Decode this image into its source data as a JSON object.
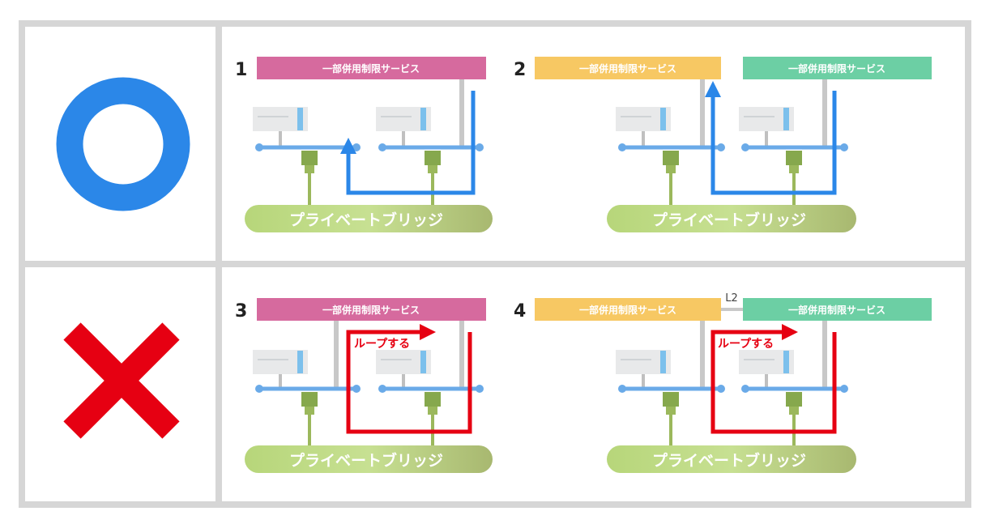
{
  "colors": {
    "frame": "#d6d6d6",
    "ok": "#2b87e8",
    "ng": "#e60012",
    "service_pink": "#d66a9e",
    "service_yellow": "#f7c863",
    "service_green": "#6ccfa4",
    "bus": "#6aaae8",
    "connector": "#86a84d",
    "bridge": "#c4de8c",
    "rack": "#e8e9ea",
    "path_ok": "#2b87e8",
    "path_ng": "#e60012"
  },
  "row_ok": {
    "symbol": "circle",
    "panels": [
      {
        "number": "1",
        "services": [
          "一部併用制限サービス"
        ],
        "bridge_label": "プライベートブリッジ"
      },
      {
        "number": "2",
        "services": [
          "一部併用制限サービス",
          "一部併用制限サービス"
        ],
        "bridge_label": "プライベートブリッジ"
      }
    ]
  },
  "row_ng": {
    "symbol": "cross",
    "panels": [
      {
        "number": "3",
        "services": [
          "一部併用制限サービス"
        ],
        "bridge_label": "プライベートブリッジ",
        "loop_label": "ループする"
      },
      {
        "number": "4",
        "services": [
          "一部併用制限サービス",
          "一部併用制限サービス"
        ],
        "bridge_label": "プライベートブリッジ",
        "loop_label": "ループする",
        "link_label": "L2"
      }
    ]
  }
}
